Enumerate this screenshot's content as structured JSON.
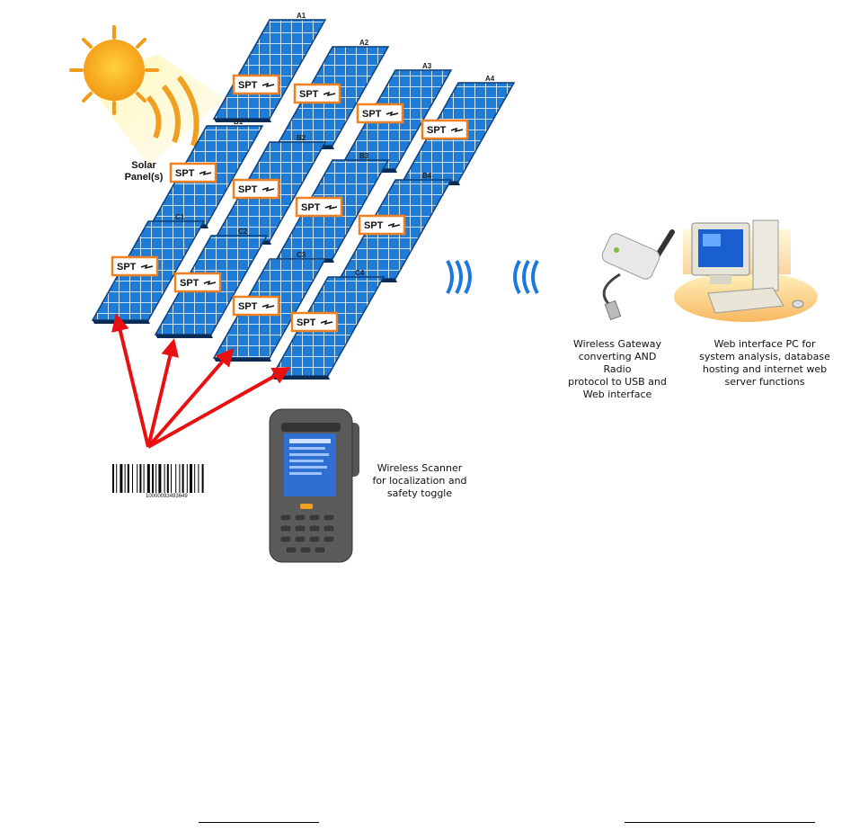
{
  "solar_label": {
    "line1": "Solar",
    "line2": "Panel(s)"
  },
  "spt_label": "SPT",
  "panels": [
    {
      "id": "A1"
    },
    {
      "id": "A2"
    },
    {
      "id": "A3"
    },
    {
      "id": "A4"
    },
    {
      "id": "B1"
    },
    {
      "id": "B2"
    },
    {
      "id": "B3"
    },
    {
      "id": "B4"
    },
    {
      "id": "C1"
    },
    {
      "id": "C2"
    },
    {
      "id": "C3"
    },
    {
      "id": "C4"
    }
  ],
  "gateway_caption": {
    "l1": "Wireless Gateway",
    "l2": "converting AND Radio",
    "l3": "protocol to USB and",
    "l4": "Web interface"
  },
  "pc_caption": {
    "l1": "Web interface PC for",
    "l2": "system analysis, database",
    "l3": "hosting and internet web",
    "l4": "server functions"
  },
  "scanner_caption": {
    "l1": "Wireless Scanner",
    "l2": "for localization and",
    "l3": "safety toggle"
  },
  "barcode_number": "10000093493649",
  "colors": {
    "panel": "#1f7fd6",
    "spt_border": "#f08020",
    "arrow": "#e81010",
    "wave": "#1a78e0",
    "sun": "#f7a21b"
  }
}
